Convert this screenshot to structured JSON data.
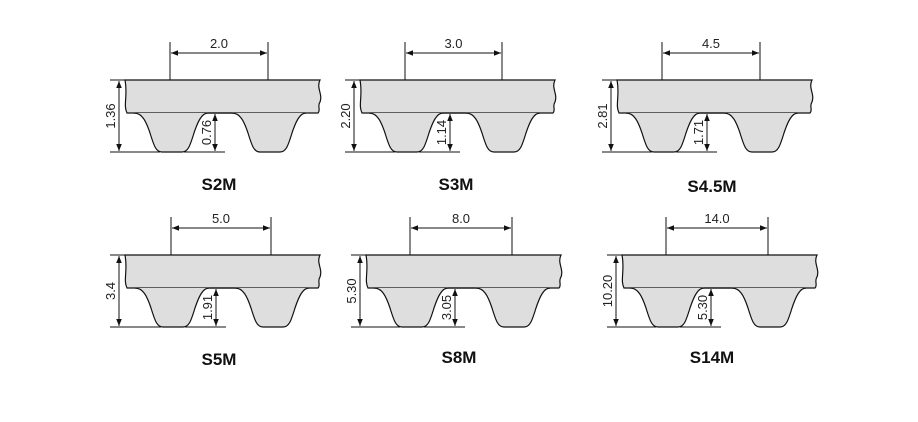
{
  "title": "Timing belt STD (S-M) profiles",
  "colors": {
    "belt_fill": "#dedede",
    "line": "#111111"
  },
  "profiles": [
    {
      "name": "S2M",
      "pitch": "2.0",
      "total_height": "1.36",
      "tooth_height": "0.76"
    },
    {
      "name": "S3M",
      "pitch": "3.0",
      "total_height": "2.20",
      "tooth_height": "1.14"
    },
    {
      "name": "S4.5M",
      "pitch": "4.5",
      "total_height": "2.81",
      "tooth_height": "1.71"
    },
    {
      "name": "S5M",
      "pitch": "5.0",
      "total_height": "3.4",
      "tooth_height": "1.91"
    },
    {
      "name": "S8M",
      "pitch": "8.0",
      "total_height": "5.30",
      "tooth_height": "3.05"
    },
    {
      "name": "S14M",
      "pitch": "14.0",
      "total_height": "10.20",
      "tooth_height": "5.30"
    }
  ]
}
